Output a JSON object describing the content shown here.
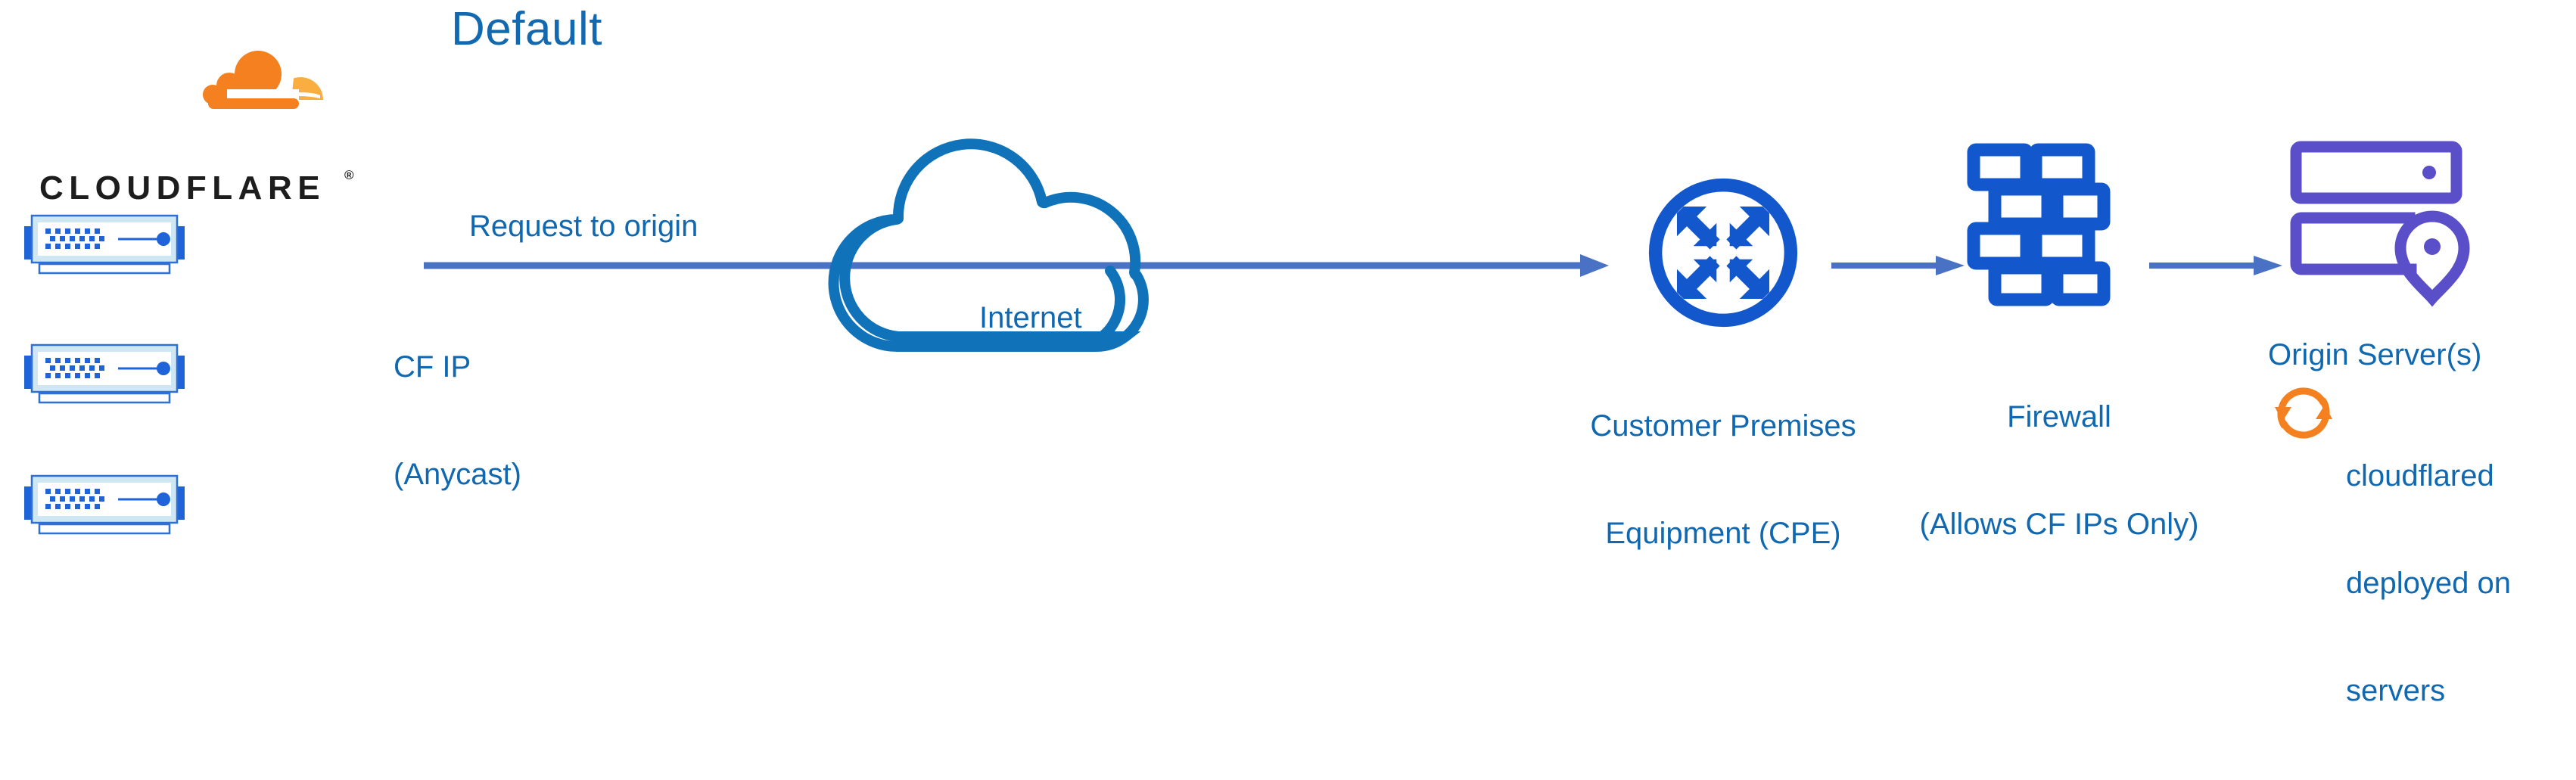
{
  "diagram": {
    "title": "Default",
    "background_color": "#ffffff",
    "colors": {
      "brand_blue": "#1069b0",
      "icon_blue": "#1357cd",
      "arrow_blue": "#4a72c4",
      "server_purple": "#5b4fc9",
      "cloudflare_orange": "#f48020",
      "cloudflare_orange_light": "#faae40",
      "wordmark_black": "#1d1d1d",
      "rack_fill": "#cfe7f2"
    }
  },
  "nodes": {
    "cloudflare": {
      "wordmark": "CLOUDFLARE",
      "registered_mark": "®",
      "logo_icon": "cloudflare-cloud-logo",
      "rack_count": 3,
      "rack_icon": "server-rack-icon"
    },
    "internet": {
      "label": "Internet",
      "icon": "cloud-icon"
    },
    "cpe": {
      "label_line1": "Customer Premises",
      "label_line2": "Equipment (CPE)",
      "icon": "router-four-arrows-icon"
    },
    "firewall": {
      "label_line1": "Firewall",
      "label_line2": "(Allows CF IPs Only)",
      "icon": "brick-wall-icon"
    },
    "origin": {
      "label": "Origin Server(s)",
      "icon": "server-stack-location-pin-icon",
      "note_icon": "sync-arrows-icon",
      "note_line1": "cloudflared",
      "note_line2": "deployed on",
      "note_line3": "servers"
    }
  },
  "edges": {
    "request_label": "Request to origin",
    "cf_ip_label_line1": "CF IP",
    "cf_ip_label_line2": "(Anycast)",
    "arrow_icon": "arrow-right-icon",
    "connections": [
      {
        "from": "cloudflare",
        "to": "cpe",
        "label": "Request to origin"
      },
      {
        "from": "cpe",
        "to": "firewall",
        "label": ""
      },
      {
        "from": "firewall",
        "to": "origin",
        "label": ""
      }
    ]
  }
}
